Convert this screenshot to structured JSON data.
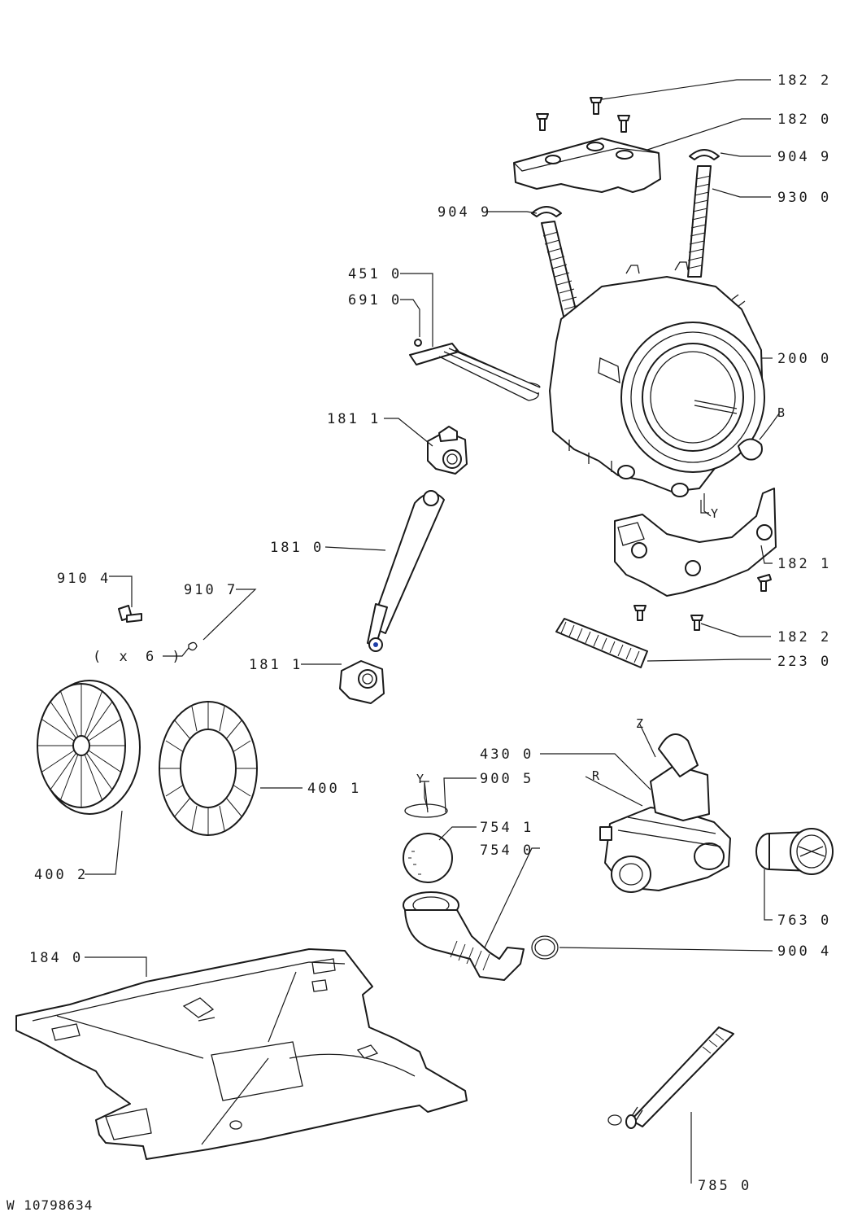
{
  "labels": {
    "p1822a": "182 2",
    "p1820": "182 0",
    "p9049a": "904 9",
    "p9300": "930 0",
    "p9049b": "904 9",
    "p4510": "451 0",
    "p6910": "691 0",
    "p2000": "200 0",
    "p1811a": "181 1",
    "p1810": "181 0",
    "p1821": "182 1",
    "p9104": "910 4",
    "p9107": "910 7",
    "x6": "( x 6 )",
    "p1811b": "181 1",
    "p1822b": "182 2",
    "p2230": "223 0",
    "p4001": "400 1",
    "p4002": "400 2",
    "p4300": "430 0",
    "p9005": "900 5",
    "p7541": "754 1",
    "p7540": "754 0",
    "p7630": "763 0",
    "p9004": "900 4",
    "p1840": "184 0",
    "p7850": "785 0"
  },
  "markers": {
    "B": "B",
    "Y1": "Y",
    "Y2": "Y",
    "Z": "Z",
    "R": "R"
  },
  "footer": "W 10798634"
}
